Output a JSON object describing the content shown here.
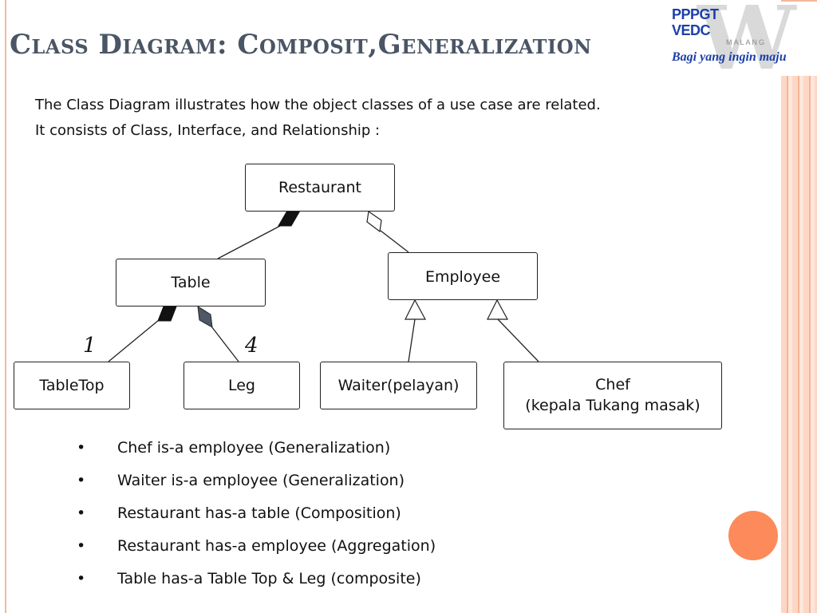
{
  "slide": {
    "title": "Class Diagram: Composit,Generalization",
    "intro_lines": [
      "The Class Diagram illustrates how the object classes of a use case are related.",
      "It consists of Class, Interface, and Relationship :"
    ]
  },
  "logo": {
    "name_line1": "PPPGT",
    "name_line2": "VEDC",
    "sub": "MALANG",
    "slogan": "Bagi yang ingin maju"
  },
  "diagram": {
    "classes": {
      "restaurant": "Restaurant",
      "table": "Table",
      "employee": "Employee",
      "tabletop": "TableTop",
      "leg": "Leg",
      "waiter": "Waiter(pelayan)",
      "chef_line1": "Chef",
      "chef_line2": "(kepala Tukang masak)"
    },
    "multiplicities": {
      "tabletop": "1",
      "leg": "4"
    }
  },
  "bullets": [
    "Chef is-a employee  (Generalization)",
    "Waiter is-a employee  (Generalization)",
    "Restaurant has-a table (Composition)",
    "Restaurant has-a employee (Aggregation)",
    "Table has-a Table Top & Leg (composite)"
  ],
  "bullet_symbol": "•",
  "colors": {
    "title": "#4a5565",
    "accent_circle": "#fd8a5a",
    "stripe": "#f7b394",
    "logo_blue": "#1b3fa8"
  }
}
